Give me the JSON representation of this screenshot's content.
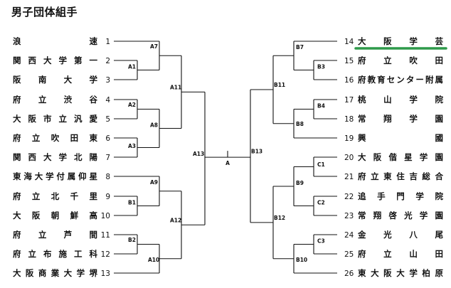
{
  "title": "男子団体組手",
  "highlight_color": "#2e9a4a",
  "left_teams": [
    {
      "seed": "1",
      "name": "浪速"
    },
    {
      "seed": "2",
      "name": "関西大学第一"
    },
    {
      "seed": "3",
      "name": "阪南大学"
    },
    {
      "seed": "4",
      "name": "府立渋谷"
    },
    {
      "seed": "5",
      "name": "大阪市立汎愛"
    },
    {
      "seed": "6",
      "name": "府立吹田東"
    },
    {
      "seed": "7",
      "name": "関西大学北陽"
    },
    {
      "seed": "8",
      "name": "東海大学付属仰星"
    },
    {
      "seed": "9",
      "name": "府立北千里"
    },
    {
      "seed": "10",
      "name": "大阪朝鮮高"
    },
    {
      "seed": "11",
      "name": "府立芦間"
    },
    {
      "seed": "12",
      "name": "府立布施工科"
    },
    {
      "seed": "13",
      "name": "大阪商業大学堺"
    }
  ],
  "right_teams": [
    {
      "seed": "14",
      "name": "大阪学芸"
    },
    {
      "seed": "15",
      "name": "府立吹田"
    },
    {
      "seed": "16",
      "name": "府教育センター附属"
    },
    {
      "seed": "17",
      "name": "桃山学院"
    },
    {
      "seed": "18",
      "name": "常翔学園"
    },
    {
      "seed": "19",
      "name": "興國"
    },
    {
      "seed": "20",
      "name": "大阪偕星学園"
    },
    {
      "seed": "21",
      "name": "府立東住吉総合"
    },
    {
      "seed": "22",
      "name": "追手門学院"
    },
    {
      "seed": "23",
      "name": "常翔啓光学園"
    },
    {
      "seed": "24",
      "name": "金光八尾"
    },
    {
      "seed": "25",
      "name": "府立山田"
    },
    {
      "seed": "26",
      "name": "東大阪大学柏原"
    }
  ],
  "match_labels": {
    "A1": "A1",
    "A2": "A2",
    "A3": "A3",
    "A7": "A7",
    "A8": "A8",
    "A9": "A9",
    "B1": "B1",
    "B2": "B2",
    "A10": "A10",
    "A11": "A11",
    "A12": "A12",
    "A13": "A13",
    "A": "A",
    "B3": "B3",
    "B4": "B4",
    "B7": "B7",
    "B8": "B8",
    "B11": "B11",
    "C1": "C1",
    "C2": "C2",
    "C3": "C3",
    "B9": "B9",
    "B10": "B10",
    "B12": "B12",
    "B13": "B13"
  }
}
